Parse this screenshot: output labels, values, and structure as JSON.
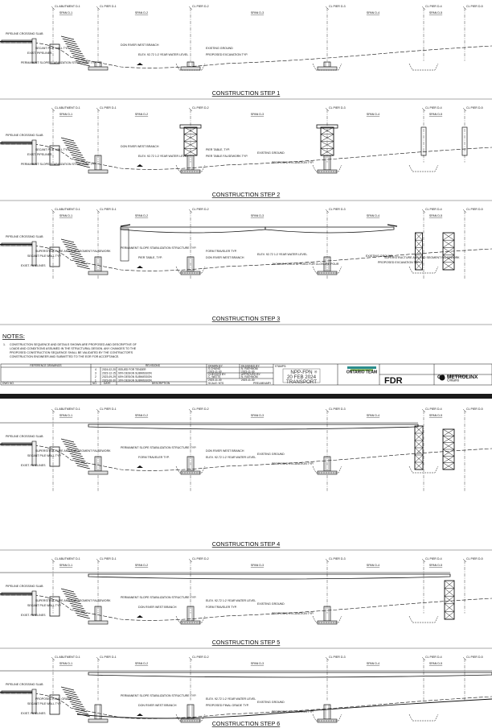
{
  "panels": [
    {
      "title": "CONSTRUCTION STEP 1",
      "labels": [
        "PIPELINE CROSSING SLAB",
        "SECANT PILE WALL TYP.",
        "EXIST. PIPELINES",
        "PERMANENT SLOPE STABILIZATION STRUCTURE TYP.",
        "DON RIVER WEST BRANCH",
        "ELEV. 92.72 1:2 YEAR WATER LEVEL",
        "EXISTING GROUND",
        "PROPOSED EXCAVATION TYP."
      ]
    },
    {
      "title": "CONSTRUCTION STEP 2",
      "labels": [
        "PIPELINE CROSSING SLAB",
        "SECANT PILE WALL TYP.",
        "EXIST. PIPELINES",
        "PERMANENT SLOPE STABILIZATION STRUCTURE TYP.",
        "DON RIVER WEST BRANCH",
        "ELEV. 92.72 1:2 YEAR WATER LEVEL",
        "PIER TABLE, TYP.",
        "PIER TABLE FALSEWORK TYP.",
        "EXISTING GROUND",
        "PROPOSED EXCAVATION TYP."
      ]
    },
    {
      "title": "CONSTRUCTION STEP 3",
      "labels": [
        "PIPELINE CROSSING SLAB",
        "SUPERSTRUCTURE AND END SEGMENT FALSEWORK",
        "SECANT PILE WALL TYP.",
        "EXIST. PIPELINES",
        "PERMANENT SLOPE STABILIZATION STRUCTURE TYP.",
        "PIER TABLE, TYP.",
        "FORM TRAVELER TYP.",
        "DON RIVER WEST BRANCH",
        "ELEV. 92.72 1:2 YEAR WATER LEVEL",
        "JACKING FORCE APPLIED FOR CLOSURE POUR",
        "EXISTING GROUND",
        "PROPOSED EXCAVATION TYP.",
        "SUPERSTRUCTURE AND END SEGMENT FALSEWORK"
      ]
    },
    {
      "title": "CONSTRUCTION STEP 4",
      "labels": [
        "PIPELINE CROSSING SLAB",
        "SUPERSTRUCTURE AND END SEGMENT FALSEWORK",
        "SECANT PILE WALL TYP.",
        "EXIST. PIPELINES",
        "PERMANENT SLOPE STABILIZATION STRUCTURE TYP.",
        "FORM TRAVELER TYP.",
        "DON RIVER WEST BRANCH",
        "ELEV. 92.72 1:2 YEAR WATER LEVEL",
        "EXISTING GROUND",
        "PROPOSED EXCAVATION TYP."
      ]
    },
    {
      "title": "CONSTRUCTION STEP 5",
      "labels": [
        "PIPELINE CROSSING SLAB",
        "SUPERSTRUCTURE AND END SEGMENT FALSEWORK",
        "SECANT PILE WALL TYP.",
        "EXIST. PIPELINES",
        "PERMANENT SLOPE STABILIZATION STRUCTURE TYP.",
        "DON RIVER WEST BRANCH",
        "ELEV. 92.72 1:2 YEAR WATER LEVEL",
        "FORM TRAVELER TYP.",
        "EXISTING GROUND",
        "PROPOSED EXCAVATION TYP."
      ]
    },
    {
      "title": "CONSTRUCTION STEP 6",
      "labels": [
        "PIPELINE CROSSING SLAB",
        "PROPOSED FINAL GRADE",
        "SECANT PILE WALL TYP.",
        "EXIST. PIPELINES",
        "PERMANENT SLOPE STABILIZATION STRUCTURE TYP.",
        "DON RIVER WEST BRANCH",
        "ELEV. 92.72 1:2 YEAR WATER LEVEL",
        "PROPOSED FINAL GRADE TYP.",
        "EXISTING GROUND",
        "PROPOSED EXCAVATION TYP."
      ]
    }
  ],
  "supports": [
    "CL ABUTMENT D-1",
    "CL PIER D-1",
    "CL PIER D-2",
    "CL PIER D-3",
    "CL PIER D-4",
    "CL PIER D-5"
  ],
  "spans": [
    "SPAN D-1",
    "SPAN D-2",
    "SPAN D-3",
    "SPAN D-4",
    "SPAN D-5"
  ],
  "notes": {
    "heading": "NOTES:",
    "item_number": "1.",
    "lines": [
      "CONSTRUCTION SEQUENCE AND DETAILS SHOWN ARE PROPOSED AND DESCRIPTIVE OF",
      "LOADS AND CONDITIONS ASSUMED IN THE STRUCTURAL DESIGN. ANY CHANGES TO THE",
      "PROPOSED CONSTRUCTION SEQUENCE SHALL BE VALIDATED BY THE CONTRACTOR'S",
      "CONSTRUCTION ENGINEER AND SUBMITTED TO THE EOR FOR ACCEPTANCE."
    ]
  },
  "title_block": {
    "reference_drawings": "REFERENCE DRAWINGS",
    "revisions": "REVISIONS",
    "dwg_no": "DWG NO.",
    "no": "NO.",
    "date": "DATE",
    "description": "DESCRIPTION",
    "revision_rows": [
      {
        "no": "4",
        "date": "2024-02-20",
        "desc": "ISSUED FOR TENDER"
      },
      {
        "no": "3",
        "date": "2023-12-15",
        "desc": "90% DESIGN SUBMISSION"
      },
      {
        "no": "2",
        "date": "2023-09-29",
        "desc": "60% DESIGN SUBMISSION"
      },
      {
        "no": "1",
        "date": "2023-06-30",
        "desc": "30% DESIGN SUBMISSION"
      }
    ],
    "drawn_by": "DRAWN BY:",
    "drawn_name": "S.CHUNG",
    "drawn_date": "2023-11-30",
    "designed_by": "DESIGNED BY:",
    "designed_name": "N. RATHNOM",
    "designed_date": "2023-11-30",
    "checked_by": "CHECKED BY:",
    "checked_name": "C. WATTS",
    "checked_date": "2023-11-30",
    "approved_by": "APPROVED BY:",
    "approved_name": "N. RATHNOM",
    "approved_date": "2023-11-30",
    "scale": "SCALE: NTS",
    "stamps": "STAMPS:",
    "preliminary": "PRELIMINARY",
    "stamp_lines": [
      "NPP-FPN",
      "20 FEB 2024",
      "TRANSPORT"
    ],
    "stamp_mark": "Ⓜ",
    "logos": {
      "team": "ONTARIO TEAM",
      "metrolinx": "METROLINX",
      "metrolinx_prefix": "GO",
      "hdr": "FDR",
      "io_line1": "Infrastructure",
      "io_line2": "Ontario"
    }
  },
  "colors": {
    "ink": "#111111",
    "teal": "#2b8c8c",
    "green": "#5aa02c",
    "divider": "#1a1a1a"
  }
}
